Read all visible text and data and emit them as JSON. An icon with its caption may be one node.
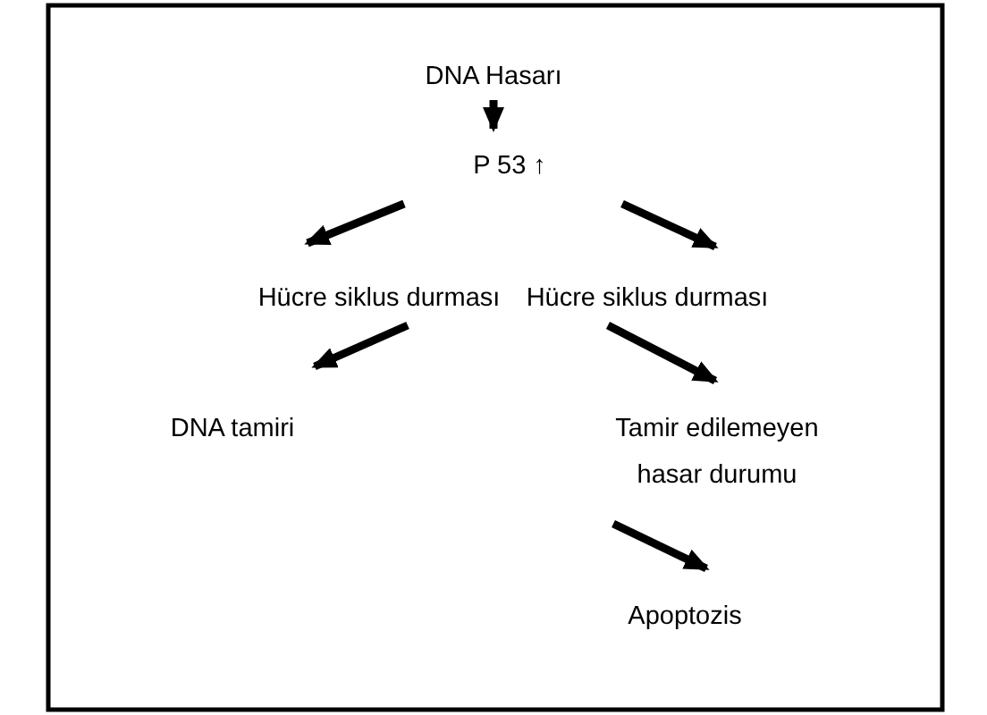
{
  "diagram": {
    "nodes": [
      {
        "text": [
          "DNA Hasarı"
        ]
      },
      {
        "text": [
          "P 53 ↑"
        ]
      },
      {
        "text": [
          "Hücre siklus durması"
        ]
      },
      {
        "text": [
          "Hücre siklus durması"
        ]
      },
      {
        "text": [
          "DNA tamiri"
        ]
      },
      {
        "text": [
          "Tamir edilemeyen hasar durumu"
        ]
      },
      {
        "text": [
          "Apoptozis"
        ]
      }
    ],
    "edges": [
      {
        "from": 0,
        "to": 1,
        "arrow": "to"
      },
      {
        "from": 1,
        "to": 2,
        "arrow": "to"
      },
      {
        "from": 1,
        "to": 3,
        "arrow": "to"
      },
      {
        "from": 2,
        "to": 4,
        "arrow": "to"
      },
      {
        "from": 3,
        "to": 5,
        "arrow": "to"
      },
      {
        "from": 5,
        "to": 6,
        "arrow": "to"
      }
    ]
  }
}
